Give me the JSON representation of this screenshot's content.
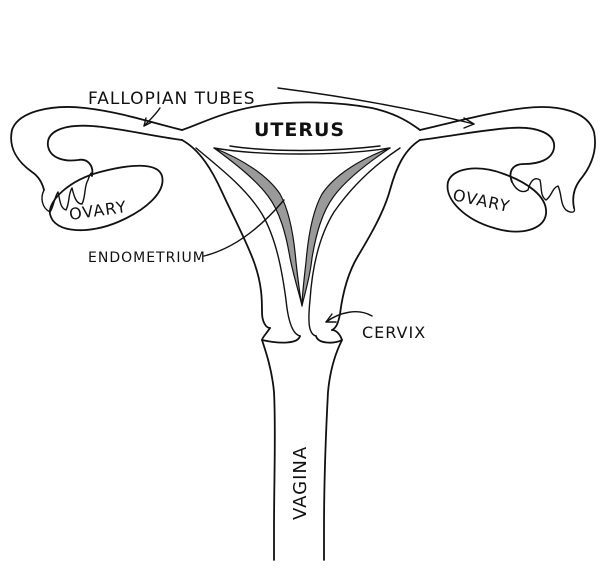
{
  "labels": {
    "fallopian_tubes": "FALLOPIAN TUBES",
    "uterus": "UTERUS",
    "ovary_left": "OVARY",
    "ovary_right": "OVARY",
    "endometrium": "ENDOMETRIUM",
    "cervix": "CERVIX",
    "vagina": "VAGINA"
  },
  "colors": {
    "ink": "#111111",
    "lining": "#9a9a9a",
    "background": "#ffffff"
  }
}
